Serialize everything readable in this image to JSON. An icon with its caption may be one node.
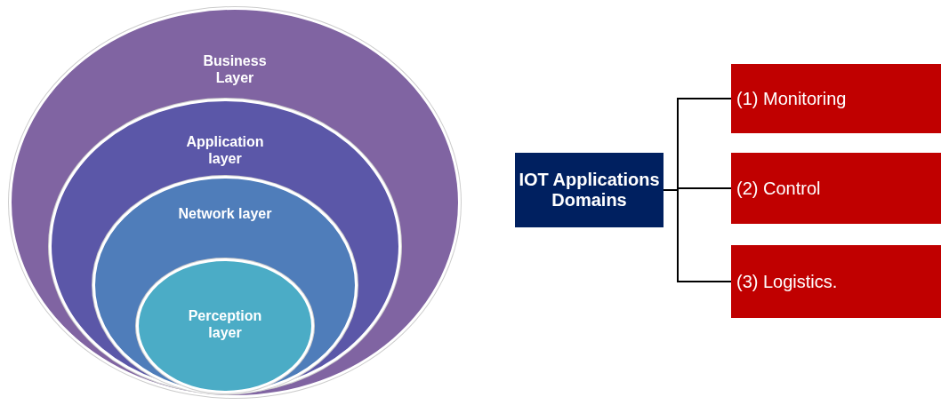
{
  "diagram": {
    "nodes": [
      {
        "text": [
          "Business Layer"
        ]
      },
      {
        "text": [
          "Application layer"
        ],
        "in": 0
      },
      {
        "text": [
          "Network layer"
        ],
        "in": 1
      },
      {
        "text": [
          "Perception layer"
        ],
        "in": 2
      },
      {
        "text": [
          "IOT Applications Domains"
        ]
      },
      {
        "text": [
          "(1) Monitoring"
        ]
      },
      {
        "text": [
          "(2) Control"
        ]
      },
      {
        "text": [
          "(3) Logistics."
        ]
      }
    ],
    "edges": [
      {
        "from": 4,
        "to": 5,
        "arrow": "none"
      },
      {
        "from": 4,
        "to": 6,
        "arrow": "none"
      },
      {
        "from": 4,
        "to": 7,
        "arrow": "none"
      }
    ]
  }
}
